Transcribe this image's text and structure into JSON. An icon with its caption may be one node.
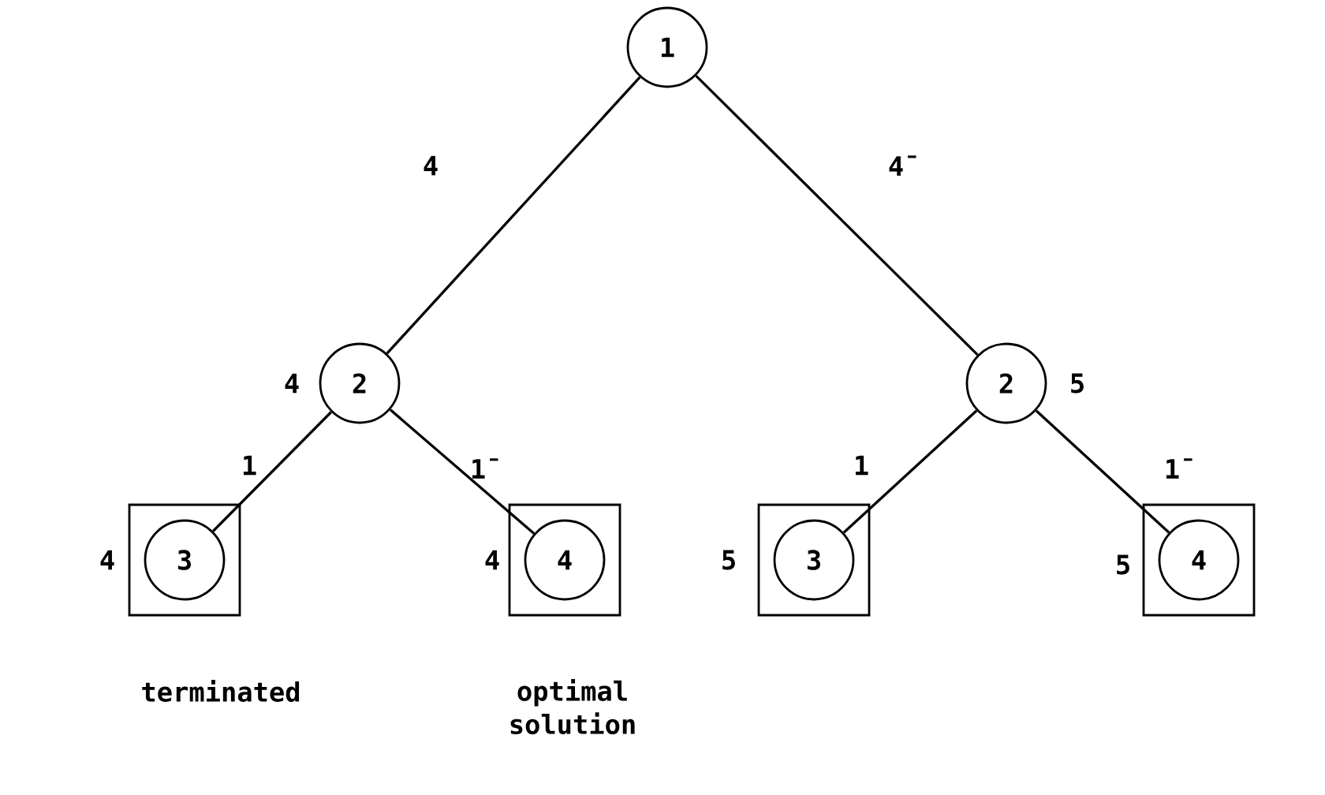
{
  "diagram": {
    "nodes": [
      {
        "text": [
          "1"
        ]
      },
      {
        "text": [
          "2"
        ],
        "beside": [
          "4"
        ]
      },
      {
        "text": [
          "2"
        ],
        "beside": [
          "5"
        ]
      },
      {
        "text": [],
        "shape": "box",
        "beside": [
          "4",
          "terminated"
        ]
      },
      {
        "text": [
          "3"
        ],
        "in": 3
      },
      {
        "text": [],
        "shape": "box",
        "beside": [
          "4",
          "optimal solution"
        ]
      },
      {
        "text": [
          "4"
        ],
        "in": 5
      },
      {
        "text": [],
        "shape": "box",
        "beside": [
          "5"
        ]
      },
      {
        "text": [
          "3"
        ],
        "in": 7
      },
      {
        "text": [],
        "shape": "box",
        "beside": [
          "5"
        ]
      },
      {
        "text": [
          "4"
        ],
        "in": 9
      }
    ],
    "edges": [
      {
        "from": 0,
        "to": 1,
        "arrow": "none",
        "label": "4"
      },
      {
        "from": 0,
        "to": 2,
        "arrow": "none",
        "label": "4̄"
      },
      {
        "from": 1,
        "to": 4,
        "arrow": "none",
        "label": "1"
      },
      {
        "from": 1,
        "to": 6,
        "arrow": "none",
        "label": "1̄"
      },
      {
        "from": 2,
        "to": 8,
        "arrow": "none",
        "label": "1"
      },
      {
        "from": 2,
        "to": 10,
        "arrow": "none",
        "label": "1̄"
      }
    ]
  }
}
